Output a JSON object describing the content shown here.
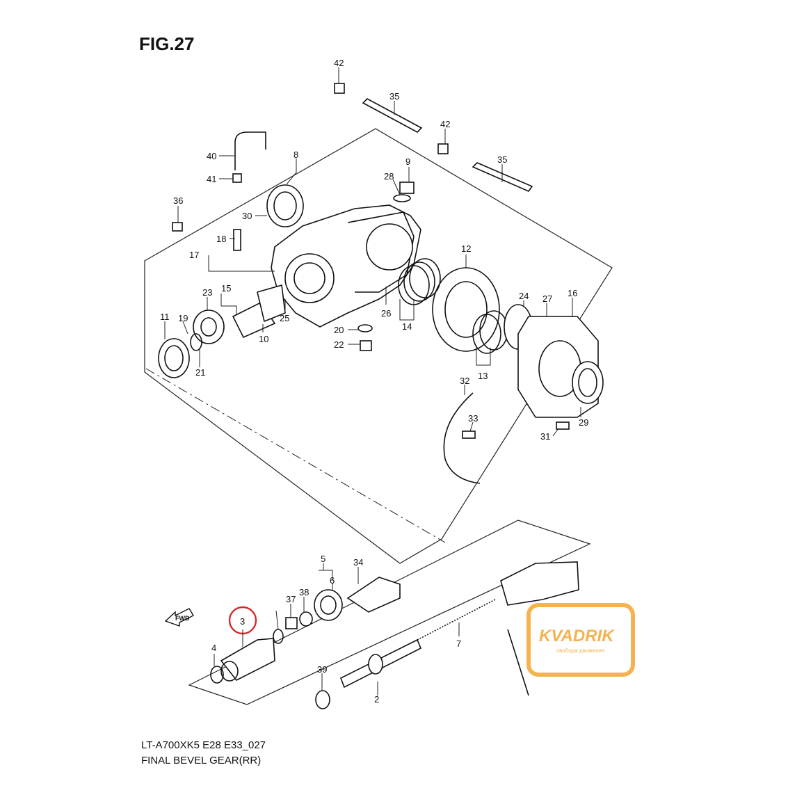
{
  "figure": {
    "title": "FIG.27",
    "model_code": "LT-A700XK5 E28 E33_027",
    "caption": "FINAL BEVEL GEAR(RR)"
  },
  "fwd_label": "FWD",
  "highlighted_part": "3",
  "highlight_color": "#d42a2a",
  "watermark": {
    "brand": "KVADRIK",
    "tagline": "свобода движения",
    "color": "#f2a630"
  },
  "callouts": [
    "2",
    "3",
    "4",
    "5",
    "6",
    "7",
    "8",
    "9",
    "10",
    "11",
    "12",
    "13",
    "13",
    "14",
    "14",
    "15",
    "16",
    "17",
    "18",
    "19",
    "20",
    "21",
    "22",
    "23",
    "24",
    "25",
    "26",
    "27",
    "28",
    "29",
    "30",
    "31",
    "32",
    "33",
    "34",
    "35",
    "35",
    "36",
    "37",
    "38",
    "39",
    "40",
    "41",
    "42",
    "42"
  ]
}
